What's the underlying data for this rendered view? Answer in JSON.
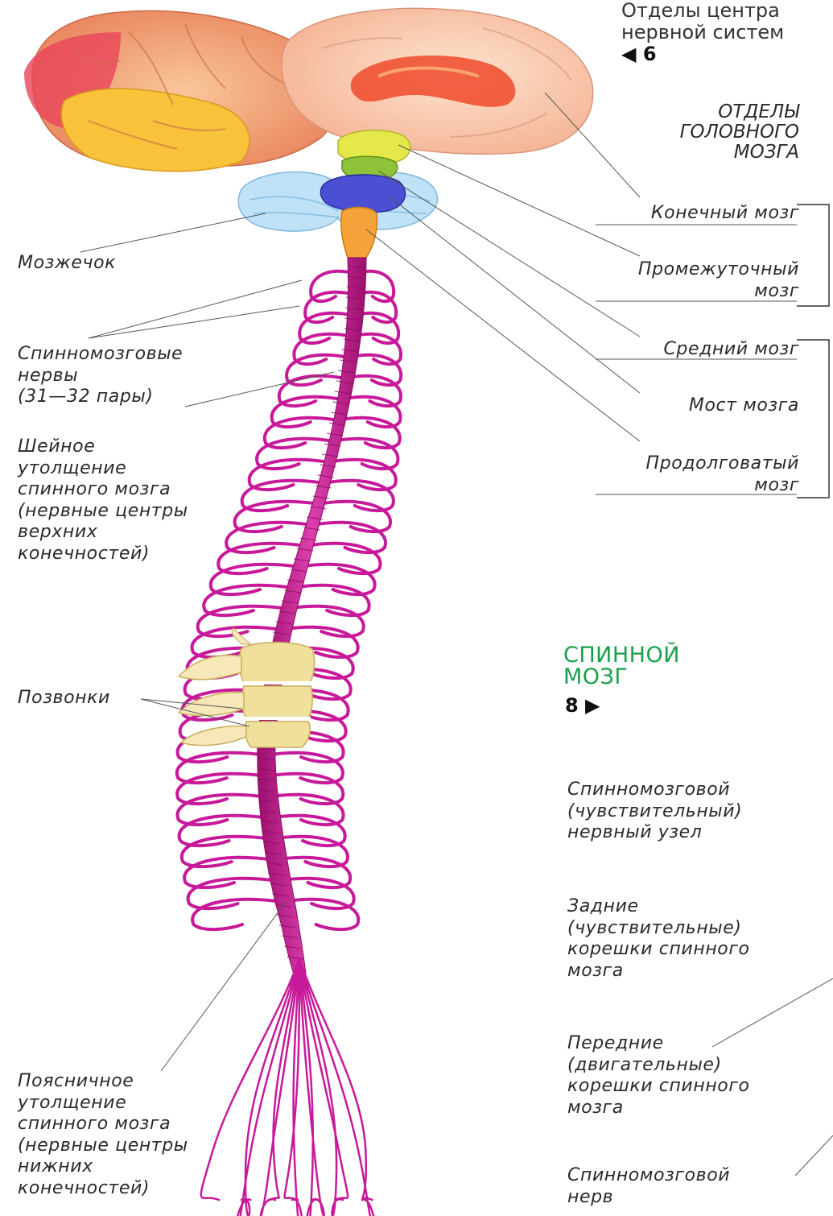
{
  "header": {
    "cns_title": "Отделы центра\nнервной систем",
    "cns_ref": "◀ 6",
    "brain_title": "ОТДЕЛЫ\nГОЛОВНОГО\nМОЗГА"
  },
  "brain_parts": {
    "telencephalon": "Конечный мозг",
    "diencephalon": "Промежуточный\nмозг",
    "midbrain": "Средний мозг",
    "pons": "Мост мозга",
    "medulla": "Продолговатый\nмозг"
  },
  "left_labels": {
    "cerebellum": "Мозжечок",
    "spinal_nerves": "Спинномозговые\nнервы\n(31—32 пары)",
    "cervical": "Шейное\nутолщение\nспинного мозга\n(нервные центры\nверхних\nконечностей)",
    "vertebrae": "Позвонки",
    "lumbar": "Поясничное\nутолщение\nспинного мозга\n(нервные центры\nнижних\nконечностей)"
  },
  "spinal_section": {
    "title": "СПИННОЙ\nМОЗГ",
    "ref": "8 ▶",
    "ganglion": "Спинномозговой\n(чувствительный)\nнервный узел",
    "dorsal_roots": "Задние\n(чувствительные)\nкорешки спинного\nмозга",
    "ventral_roots": "Передние\n(двигательные)\nкорешки спинного\nмозга",
    "spinal_nerve": "Спинномозговой\nнерв"
  },
  "colors": {
    "cord": "#c2188b",
    "nerves": "#c8199a",
    "telencephalon": "#f7c89a",
    "cerebellum": "#bfe2f7",
    "midbrain": "#8fc43a",
    "pons": "#4a4fd4",
    "diencephalon": "#e4e84a",
    "medulla": "#f6a23a",
    "vertebra": "#f1df9c",
    "section_green": "#17a24a"
  }
}
